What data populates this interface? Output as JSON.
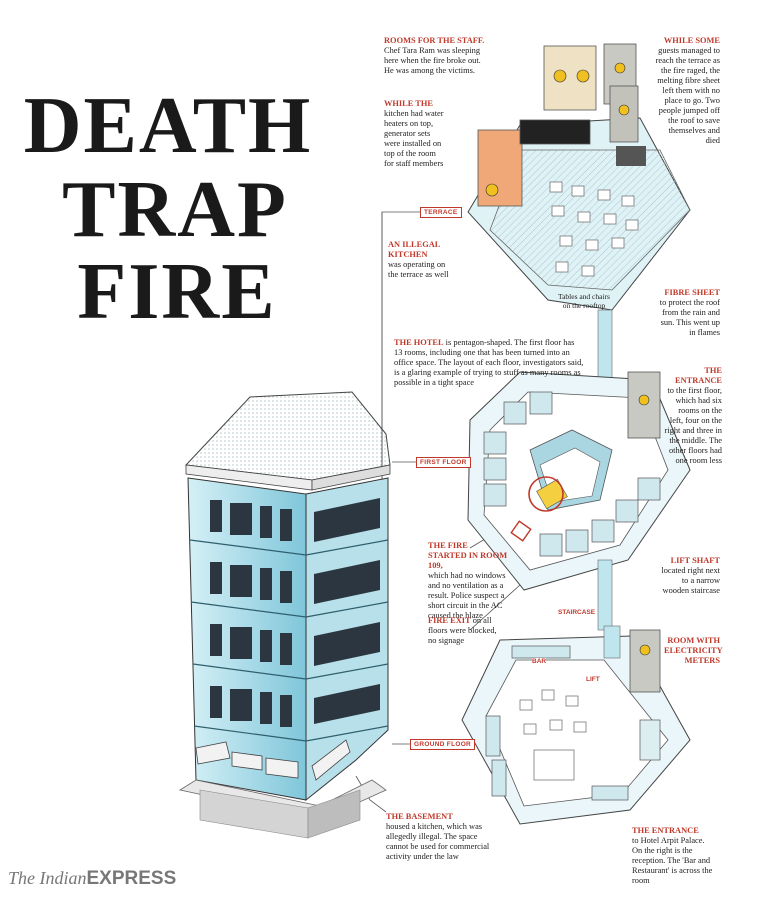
{
  "title": {
    "line1": "DEATH",
    "line2": "TRAP",
    "line3": "FIRE"
  },
  "floor_tags": {
    "terrace": "TERRACE",
    "first_floor": "FIRST FLOOR",
    "ground_floor": "GROUND FLOOR"
  },
  "annotations": {
    "rooms_staff": {
      "heading": "ROOMS FOR THE STAFF.",
      "body": "Chef Tara Ram was sleeping here when the fire broke out. He was among the victims."
    },
    "while_kitchen": {
      "heading": "WHILE THE",
      "body": "kitchen had water heaters on top, generator sets were installed on top of the room for staff members"
    },
    "illegal_kitchen": {
      "heading": "AN ILLEGAL KITCHEN",
      "body": "was operating on the terrace as well"
    },
    "while_some": {
      "heading": "WHILE SOME",
      "body": "guests managed to reach the terrace as the fire raged, the melting fibre sheet left them with no place to go. Two people jumped off the roof to save themselves and died"
    },
    "fibre_sheet": {
      "heading": "FIBRE SHEET",
      "body": "to protect the roof from the rain and sun. This went up in flames"
    },
    "hotel": {
      "heading": "THE HOTEL",
      "body": "is pentagon-shaped. The first floor has 13 rooms, including one that has been turned into an office space. The layout of each floor, investigators said, is a glaring example of trying to stuff as many rooms as possible in a tight space"
    },
    "entrance_first": {
      "heading": "THE ENTRANCE",
      "body": "to the first floor, which had six rooms on the left, four on the right and three in the middle. The other floors had one room less"
    },
    "fire_started": {
      "heading": "THE FIRE STARTED IN ROOM 109,",
      "body": "which had no windows and no ventilation as a result. Police suspect a short circuit in the AC caused the blaze"
    },
    "lift_shaft": {
      "heading": "LIFT SHAFT",
      "body": "located right next to a narrow wooden staircase"
    },
    "fire_exit": {
      "heading": "FIRE EXIT",
      "body": "on all floors were blocked, no signage"
    },
    "electricity": {
      "heading": "ROOM WITH ELECTRICITY METERS",
      "body": ""
    },
    "basement": {
      "heading": "THE BASEMENT",
      "body": "housed a kitchen, which was allegedly illegal. The space cannot be used for commercial activity under the law"
    },
    "entrance_ground": {
      "heading": "THE ENTRANCE",
      "body": "to Hotel Arpit Palace. On the right is the reception. The 'Bar and Restaurant' is across the room"
    }
  },
  "plan_labels": {
    "tables": "Tables and chairs on the rooftop",
    "staircase": "STAIRCASE",
    "bar": "BAR",
    "lift": "LIFT"
  },
  "logo": {
    "part1": "The Indian",
    "part2": "EXPRESS"
  },
  "colors": {
    "accent": "#c0392b",
    "glass": "#9fd8e8",
    "wall": "#c9e9f1"
  }
}
